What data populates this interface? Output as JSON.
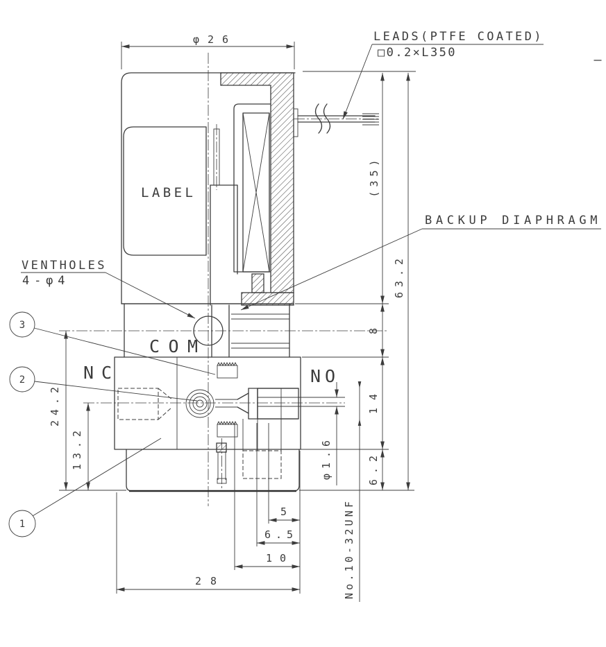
{
  "labels": {
    "leads": "LEADS(PTFE COATED)",
    "leads_spec": "□0.2×L350",
    "backup_diaphragm": "BACKUP DIAPHRAGM",
    "ventholes": "VENTHOLES",
    "ventholes_spec": "4-φ4",
    "label_plate": "LABEL",
    "port_com": "COM",
    "port_nc": "NC",
    "port_no": "NO",
    "thread_spec": "No.10-32UNF"
  },
  "dims": {
    "dia26": "φ26",
    "h35": "(35)",
    "h63_2": "63.2",
    "h8": "8",
    "h14": "14",
    "h6_2": "6.2",
    "h24_2": "24.2",
    "h13_2": "13.2",
    "dia1_6": "φ1.6",
    "w5": "5",
    "w6_5": "6.5",
    "w10": "10",
    "w28": "28"
  },
  "balloons": [
    "3",
    "2",
    "1"
  ],
  "colors": {
    "line": "#3c3c3c",
    "background": "#ffffff"
  }
}
